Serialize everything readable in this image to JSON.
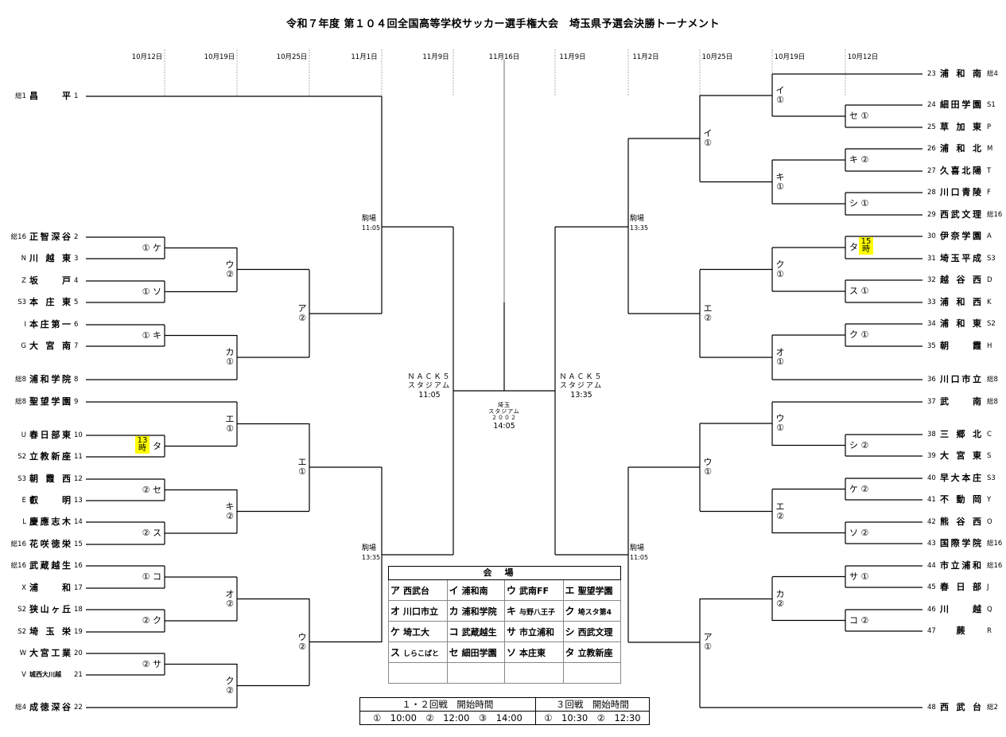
{
  "title": "令和７年度 第１０４回全国高等学校サッカー選手権大会　埼玉県予選会決勝トーナメント",
  "dates_left": [
    "10月12日",
    "10月19日",
    "10月25日",
    "11月1日",
    "11月9日"
  ],
  "date_center": "11月16日",
  "dates_right": [
    "11月9日",
    "11月2日",
    "10月25日",
    "10月19日",
    "10月12日"
  ],
  "left_teams": [
    {
      "seed": "総1",
      "name": "昌　平",
      "no": "1"
    },
    {
      "seed": "総16",
      "name": "正智深谷",
      "no": "2"
    },
    {
      "seed": "N",
      "name": "川越東",
      "no": "3"
    },
    {
      "seed": "Z",
      "name": "坂　戸",
      "no": "4"
    },
    {
      "seed": "S3",
      "name": "本庄東",
      "no": "5"
    },
    {
      "seed": "I",
      "name": "本庄第一",
      "no": "6"
    },
    {
      "seed": "G",
      "name": "大宮南",
      "no": "7"
    },
    {
      "seed": "総8",
      "name": "浦和学院",
      "no": "8"
    },
    {
      "seed": "総8",
      "name": "聖望学園",
      "no": "9"
    },
    {
      "seed": "U",
      "name": "春日部東",
      "no": "10"
    },
    {
      "seed": "S2",
      "name": "立教新座",
      "no": "11"
    },
    {
      "seed": "S3",
      "name": "朝霞西",
      "no": "12"
    },
    {
      "seed": "E",
      "name": "叡　明",
      "no": "13"
    },
    {
      "seed": "L",
      "name": "慶應志木",
      "no": "14"
    },
    {
      "seed": "総16",
      "name": "花咲徳栄",
      "no": "15"
    },
    {
      "seed": "総16",
      "name": "武蔵越生",
      "no": "16"
    },
    {
      "seed": "X",
      "name": "浦　和",
      "no": "17"
    },
    {
      "seed": "S2",
      "name": "狭山ヶ丘",
      "no": "18"
    },
    {
      "seed": "S2",
      "name": "埼玉栄",
      "no": "19"
    },
    {
      "seed": "W",
      "name": "大宮工業",
      "no": "20"
    },
    {
      "seed": "V",
      "name": "城西大川越",
      "no": "21"
    },
    {
      "seed": "総4",
      "name": "成徳深谷",
      "no": "22"
    }
  ],
  "right_teams": [
    {
      "no": "23",
      "name": "浦和南",
      "seed": "総4"
    },
    {
      "no": "24",
      "name": "細田学園",
      "seed": "S1"
    },
    {
      "no": "25",
      "name": "草加東",
      "seed": "P"
    },
    {
      "no": "26",
      "name": "浦和北",
      "seed": "M"
    },
    {
      "no": "27",
      "name": "久喜北陽",
      "seed": "T"
    },
    {
      "no": "28",
      "name": "川口青陵",
      "seed": "F"
    },
    {
      "no": "29",
      "name": "西武文理",
      "seed": "総16"
    },
    {
      "no": "30",
      "name": "伊奈学園",
      "seed": "A"
    },
    {
      "no": "31",
      "name": "埼玉平成",
      "seed": "S3"
    },
    {
      "no": "32",
      "name": "越谷西",
      "seed": "D"
    },
    {
      "no": "33",
      "name": "浦和西",
      "seed": "K"
    },
    {
      "no": "34",
      "name": "浦和東",
      "seed": "S2"
    },
    {
      "no": "35",
      "name": "朝　霞",
      "seed": "H"
    },
    {
      "no": "36",
      "name": "川口市立",
      "seed": "総8"
    },
    {
      "no": "37",
      "name": "武　南",
      "seed": "総8"
    },
    {
      "no": "38",
      "name": "三郷北",
      "seed": "C"
    },
    {
      "no": "39",
      "name": "大宮東",
      "seed": "S"
    },
    {
      "no": "40",
      "name": "早大本庄",
      "seed": "S3"
    },
    {
      "no": "41",
      "name": "不動岡",
      "seed": "Y"
    },
    {
      "no": "42",
      "name": "熊谷西",
      "seed": "O"
    },
    {
      "no": "43",
      "name": "国際学院",
      "seed": "総16"
    },
    {
      "no": "44",
      "name": "市立浦和",
      "seed": "総16"
    },
    {
      "no": "45",
      "name": "春日部",
      "seed": "J"
    },
    {
      "no": "46",
      "name": "川　越",
      "seed": "Q"
    },
    {
      "no": "47",
      "name": "蕨",
      "seed": "R"
    },
    {
      "no": "48",
      "name": "西武台",
      "seed": "総2"
    }
  ],
  "left_r1": [
    "① ケ",
    "① ソ",
    "① キ",
    "タ",
    "② セ",
    "② ス",
    "① コ",
    "② ク",
    "② サ"
  ],
  "left_r1_time": "13時",
  "left_r2": [
    [
      "ウ",
      "②"
    ],
    [
      "カ",
      "①"
    ],
    [
      "エ",
      "①"
    ],
    [
      "キ",
      "②"
    ],
    [
      "オ",
      "②"
    ],
    [
      "ク",
      "②"
    ]
  ],
  "left_r3": [
    [
      "ア",
      "②"
    ],
    [
      "エ",
      "①"
    ],
    [
      "ウ",
      "②"
    ]
  ],
  "right_r1": [
    "セ ①",
    "キ ②",
    "シ ①",
    "タ",
    "ス ①",
    "ク ①",
    "シ ②",
    "ケ ②",
    "ソ ②",
    "サ ①",
    "コ ②"
  ],
  "right_r1_time": "15時",
  "right_r2": [
    [
      "イ",
      "①"
    ],
    [
      "キ",
      "①"
    ],
    [
      "ク",
      "①"
    ],
    [
      "オ",
      "①"
    ],
    [
      "ウ",
      "①"
    ],
    [
      "エ",
      "②"
    ],
    [
      "カ",
      "②"
    ]
  ],
  "right_r3": [
    [
      "イ",
      "①"
    ],
    [
      "エ",
      "②"
    ],
    [
      "ウ",
      "①"
    ],
    [
      "ア",
      "①"
    ]
  ],
  "quarter": {
    "left_top": {
      "venue": "駒場",
      "time": "11:05"
    },
    "left_bottom": {
      "venue": "駒場",
      "time": "13:35"
    },
    "right_top": {
      "venue": "駒場",
      "time": "13:35"
    },
    "right_bottom": {
      "venue": "駒場",
      "time": "11:05"
    }
  },
  "semi": {
    "left": {
      "venue1": "ＮＡＣＫ５",
      "venue2": "スタジアム",
      "time": "11:05"
    },
    "right": {
      "venue1": "ＮＡＣＫ５",
      "venue2": "スタジアム",
      "time": "13:35"
    }
  },
  "final": {
    "venue1": "埼玉",
    "venue2": "スタジアム",
    "venue3": "２００２",
    "time": "14:05"
  },
  "venue_table": {
    "header": "会場",
    "rows": [
      [
        {
          "k": "ア",
          "v": "西武台"
        },
        {
          "k": "イ",
          "v": "浦和南"
        },
        {
          "k": "ウ",
          "v": "武南FF"
        },
        {
          "k": "エ",
          "v": "聖望学園"
        }
      ],
      [
        {
          "k": "オ",
          "v": "川口市立"
        },
        {
          "k": "カ",
          "v": "浦和学院"
        },
        {
          "k": "キ",
          "v": "与野八王子"
        },
        {
          "k": "ク",
          "v": "埼スタ第4"
        }
      ],
      [
        {
          "k": "ケ",
          "v": "埼工大"
        },
        {
          "k": "コ",
          "v": "武蔵越生"
        },
        {
          "k": "サ",
          "v": "市立浦和"
        },
        {
          "k": "シ",
          "v": "西武文理"
        }
      ],
      [
        {
          "k": "ス",
          "v": "しらこばと"
        },
        {
          "k": "セ",
          "v": "細田学園"
        },
        {
          "k": "ソ",
          "v": "本庄東"
        },
        {
          "k": "タ",
          "v": "立教新座"
        }
      ]
    ]
  },
  "time_table": {
    "head_12": "１・２回戦　開始時間",
    "head_3": "３回戦　開始時間",
    "times_12": "①　10:00　②　12:00　③　14:00",
    "times_3": "①　10:30　②　12:30"
  }
}
